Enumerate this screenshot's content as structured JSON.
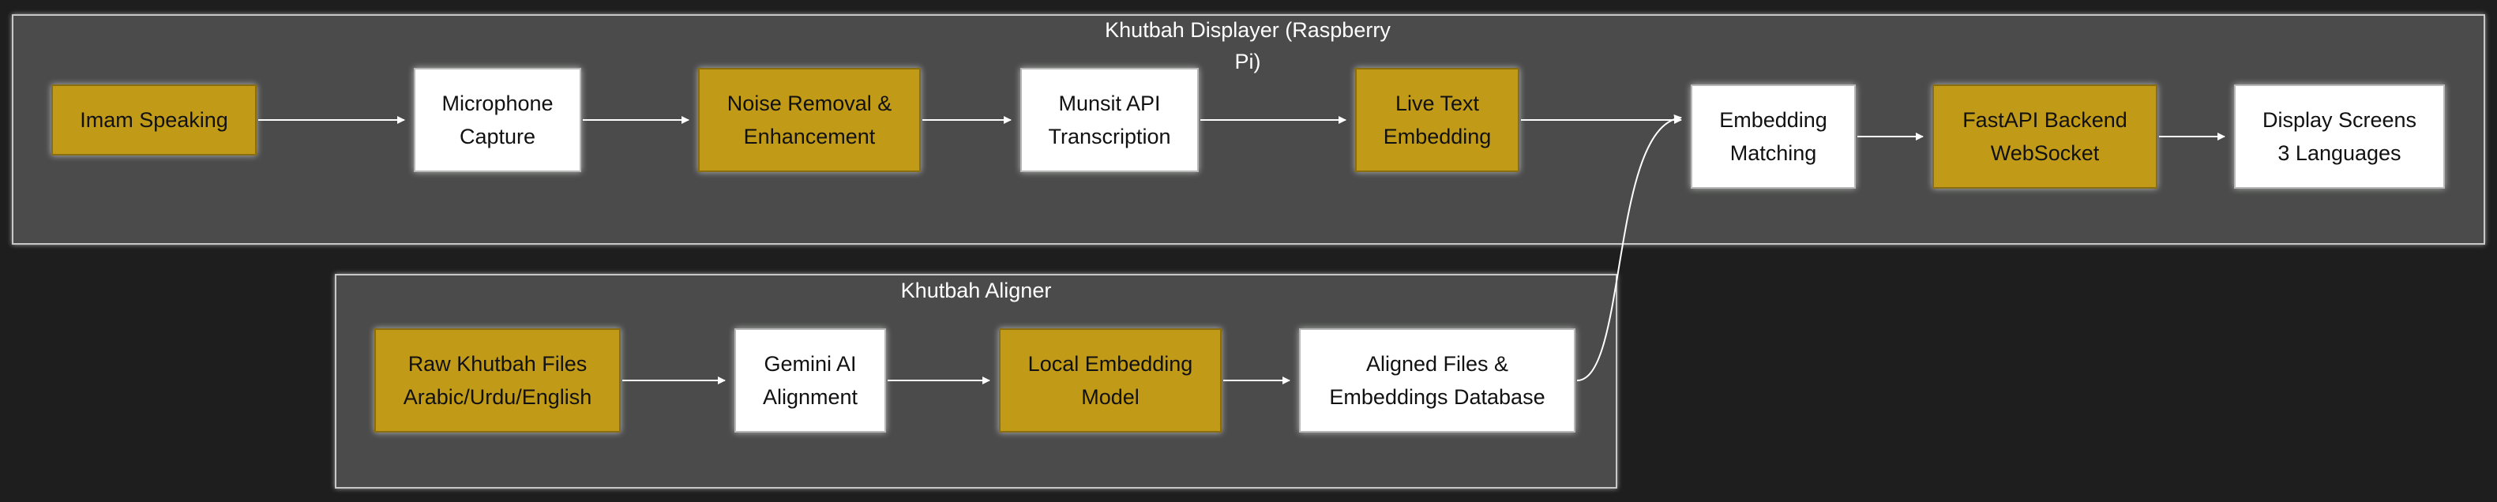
{
  "clusters": {
    "displayer": {
      "title": "Khutbah Displayer (Raspberry\nPi)"
    },
    "aligner": {
      "title": "Khutbah Aligner"
    }
  },
  "nodes": {
    "imam": {
      "label": "Imam Speaking",
      "style": "gold"
    },
    "mic": {
      "label": "Microphone\nCapture",
      "style": "white"
    },
    "noise": {
      "label": "Noise Removal &\nEnhancement",
      "style": "gold"
    },
    "munsit": {
      "label": "Munsit API\nTranscription",
      "style": "white"
    },
    "livetext": {
      "label": "Live Text\nEmbedding",
      "style": "gold"
    },
    "matching": {
      "label": "Embedding\nMatching",
      "style": "white"
    },
    "fastapi": {
      "label": "FastAPI Backend\nWebSocket",
      "style": "gold"
    },
    "display": {
      "label": "Display Screens\n3 Languages",
      "style": "white"
    },
    "raw": {
      "label": "Raw Khutbah Files\nArabic/Urdu/English",
      "style": "gold"
    },
    "gemini": {
      "label": "Gemini AI\nAlignment",
      "style": "white"
    },
    "localemb": {
      "label": "Local Embedding\nModel",
      "style": "gold"
    },
    "aligned": {
      "label": "Aligned Files &\nEmbeddings Database",
      "style": "white"
    }
  },
  "edges": [
    {
      "from": "imam",
      "to": "mic"
    },
    {
      "from": "mic",
      "to": "noise"
    },
    {
      "from": "noise",
      "to": "munsit"
    },
    {
      "from": "munsit",
      "to": "livetext"
    },
    {
      "from": "livetext",
      "to": "matching"
    },
    {
      "from": "matching",
      "to": "fastapi"
    },
    {
      "from": "fastapi",
      "to": "display"
    },
    {
      "from": "raw",
      "to": "gemini"
    },
    {
      "from": "gemini",
      "to": "localemb"
    },
    {
      "from": "localemb",
      "to": "aligned"
    },
    {
      "from": "aligned",
      "to": "matching"
    }
  ],
  "colors": {
    "background": "#1e1e1e",
    "cluster_fill": "#4a4b4a",
    "gold_node": "#c19a17",
    "white_node": "#ffffff",
    "edge": "#ffffff"
  }
}
